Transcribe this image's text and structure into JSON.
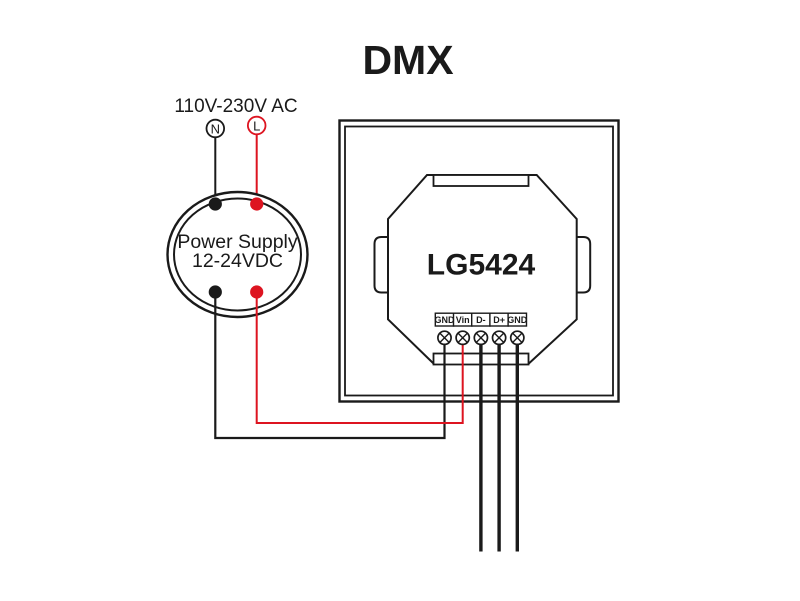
{
  "title": "DMX",
  "colors": {
    "line": "#1a1a1a",
    "live": "#dd1420"
  },
  "ac_input": {
    "voltage_label": "110V-230V AC",
    "neutral_symbol": "N",
    "live_symbol": "L"
  },
  "power_supply": {
    "name": "Power Supply",
    "output_voltage": "12-24VDC"
  },
  "controller": {
    "model": "LG5424"
  },
  "terminals": {
    "labels": [
      "GND",
      "Vin",
      "D-",
      "D+",
      "GND"
    ]
  }
}
